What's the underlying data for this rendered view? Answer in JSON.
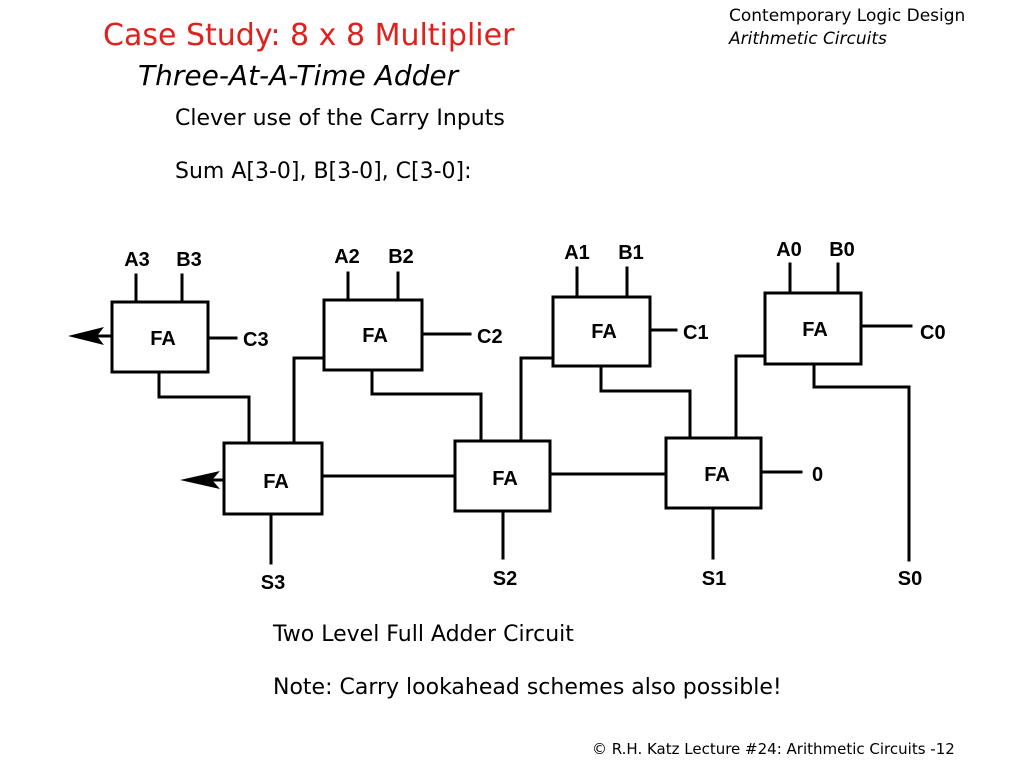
{
  "header": {
    "title": "Case Study: 8 x 8 Multiplier",
    "subtitle": "Three-At-A-Time Adder",
    "course": "Contemporary Logic Design",
    "section": "Arithmetic Circuits"
  },
  "notes": {
    "carry": "Clever use of the Carry Inputs",
    "sum": "Sum A[3-0], B[3-0], C[3-0]:"
  },
  "diagram": {
    "adder_label": "FA",
    "top_row": [
      {
        "a": "A3",
        "b": "B3",
        "c": "C3"
      },
      {
        "a": "A2",
        "b": "B2",
        "c": "C2"
      },
      {
        "a": "A1",
        "b": "B1",
        "c": "C1"
      },
      {
        "a": "A0",
        "b": "B0",
        "c": "C0"
      }
    ],
    "carry_in": "0",
    "sums": [
      "S3",
      "S2",
      "S1",
      "S0"
    ]
  },
  "captions": {
    "circuit": "Two Level Full Adder Circuit",
    "lookahead": "Note: Carry lookahead schemes also possible!"
  },
  "footer": {
    "text": "© R.H. Katz   Lecture #24: Arithmetic Circuits -12"
  }
}
